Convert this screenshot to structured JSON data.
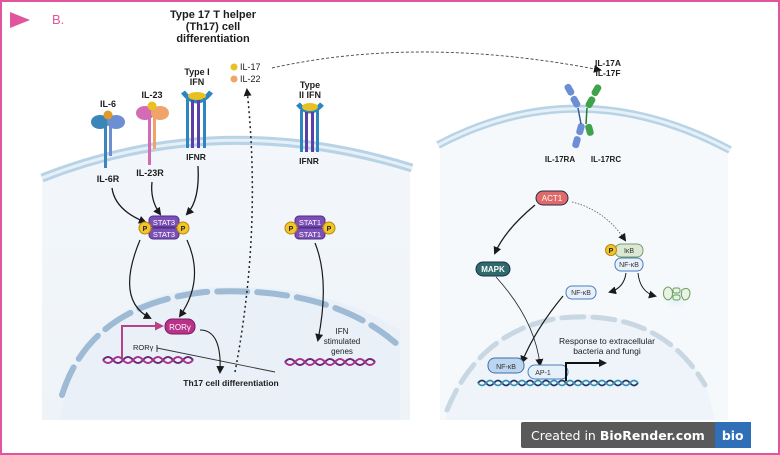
{
  "panel": {
    "marker_color": "#e0559b",
    "panel_label": "B.",
    "border_color": "#e0559b"
  },
  "left_cell": {
    "title_lines": [
      "Type 17 T helper",
      "(Th17) cell",
      "differentiation"
    ],
    "legend": [
      {
        "label": "IL-17",
        "color": "#e8c021"
      },
      {
        "label": "IL-22",
        "color": "#f0a46a"
      }
    ],
    "receptors": [
      {
        "ligand": "IL-6",
        "receptor": "IL-6R"
      },
      {
        "ligand": "IL-23",
        "receptor": "IL-23R"
      },
      {
        "ligand_lines": [
          "Type I",
          "IFN"
        ],
        "receptor": "IFNR"
      },
      {
        "ligand_lines": [
          "Type",
          "II IFN"
        ],
        "receptor": "IFNR"
      }
    ],
    "stat3_dimer": {
      "top": "STAT3",
      "bottom": "STAT3",
      "phospho": "P"
    },
    "stat1_dimer": {
      "top": "STAT1",
      "bottom": "STAT1",
      "phospho": "P"
    },
    "rorgt_protein": "RORγ",
    "rorgt_gene": "RORγ",
    "ifn_genes_lines": [
      "IFN",
      "stimulated",
      "genes"
    ],
    "outcome": "Th17 cell differentiation"
  },
  "right_cell": {
    "ligand_lines": [
      "IL-17A",
      "IL-17F"
    ],
    "receptor_labels": [
      "IL-17RA",
      "IL-17RC"
    ],
    "act1": "ACT1",
    "mapk": "MAPK",
    "ikb": "IκB",
    "nfkb_complex": "NF-κB",
    "phospho": "P",
    "nfkb_free": "NF-κB",
    "nfkb_nuclear": "NF-κB",
    "ap1": "AP-1",
    "response_lines": [
      "Response to extracellular",
      "bacteria and fungi"
    ]
  },
  "watermark": {
    "prefix": "Created in",
    "brand": "BioRender.com",
    "logo": "bio"
  }
}
